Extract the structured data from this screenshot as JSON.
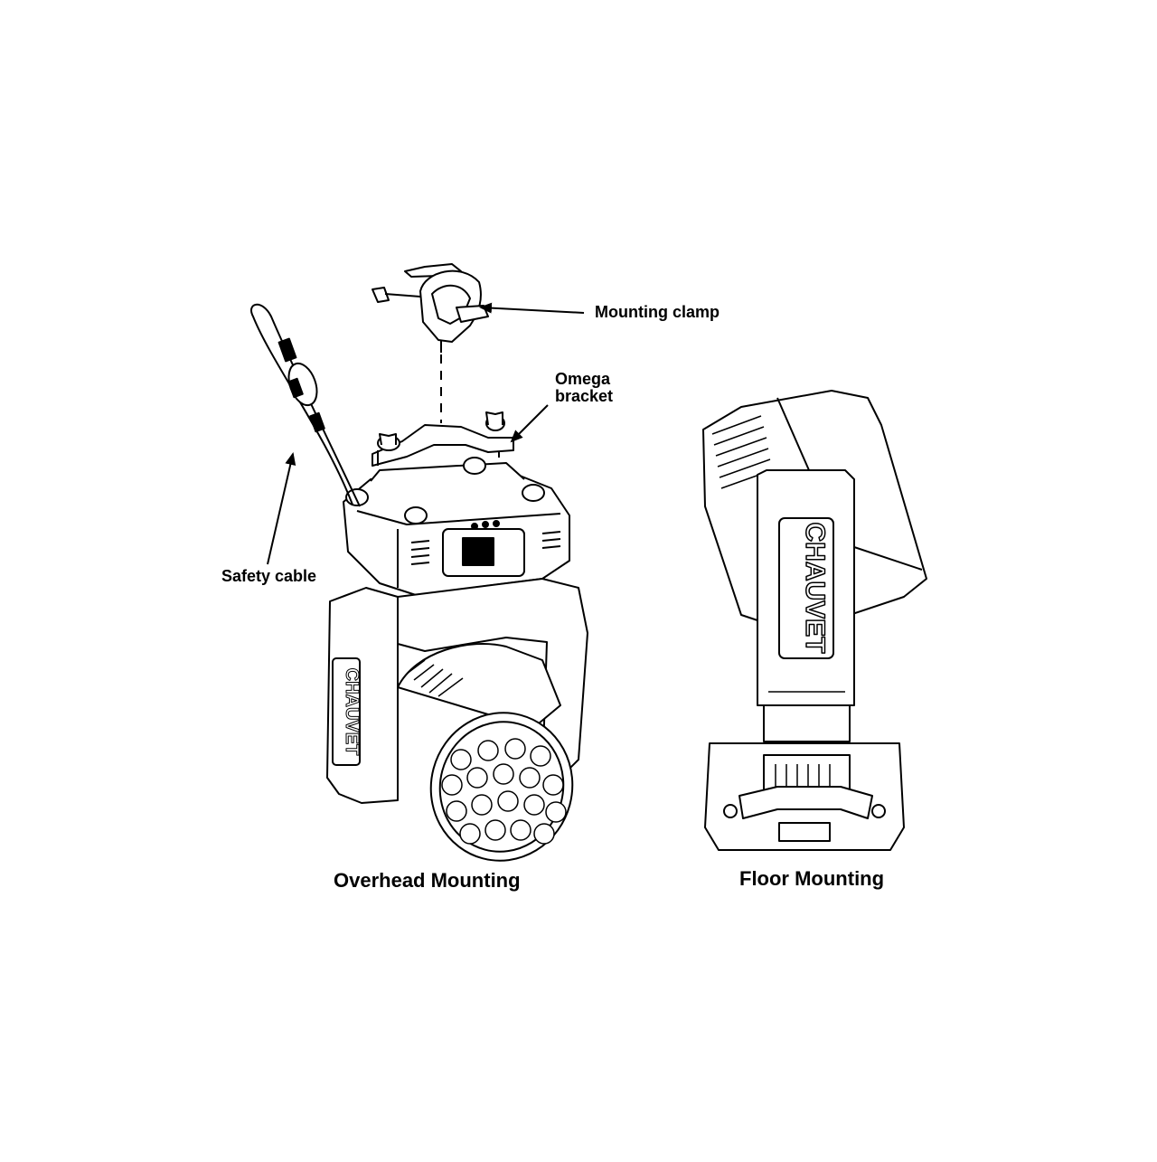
{
  "callouts": {
    "mounting_clamp": "Mounting clamp",
    "omega_bracket_line1": "Omega",
    "omega_bracket_line2": "bracket",
    "safety_cable": "Safety cable"
  },
  "captions": {
    "overhead": "Overhead Mounting",
    "floor": "Floor Mounting"
  },
  "brand_text": "CHAUVET",
  "colors": {
    "line": "#000000",
    "fill": "#ffffff",
    "shade": "#e6e6e6"
  },
  "icons": {
    "arrow": "arrow-icon",
    "led": "led-lens-icon",
    "clamp": "mounting-clamp-icon"
  }
}
